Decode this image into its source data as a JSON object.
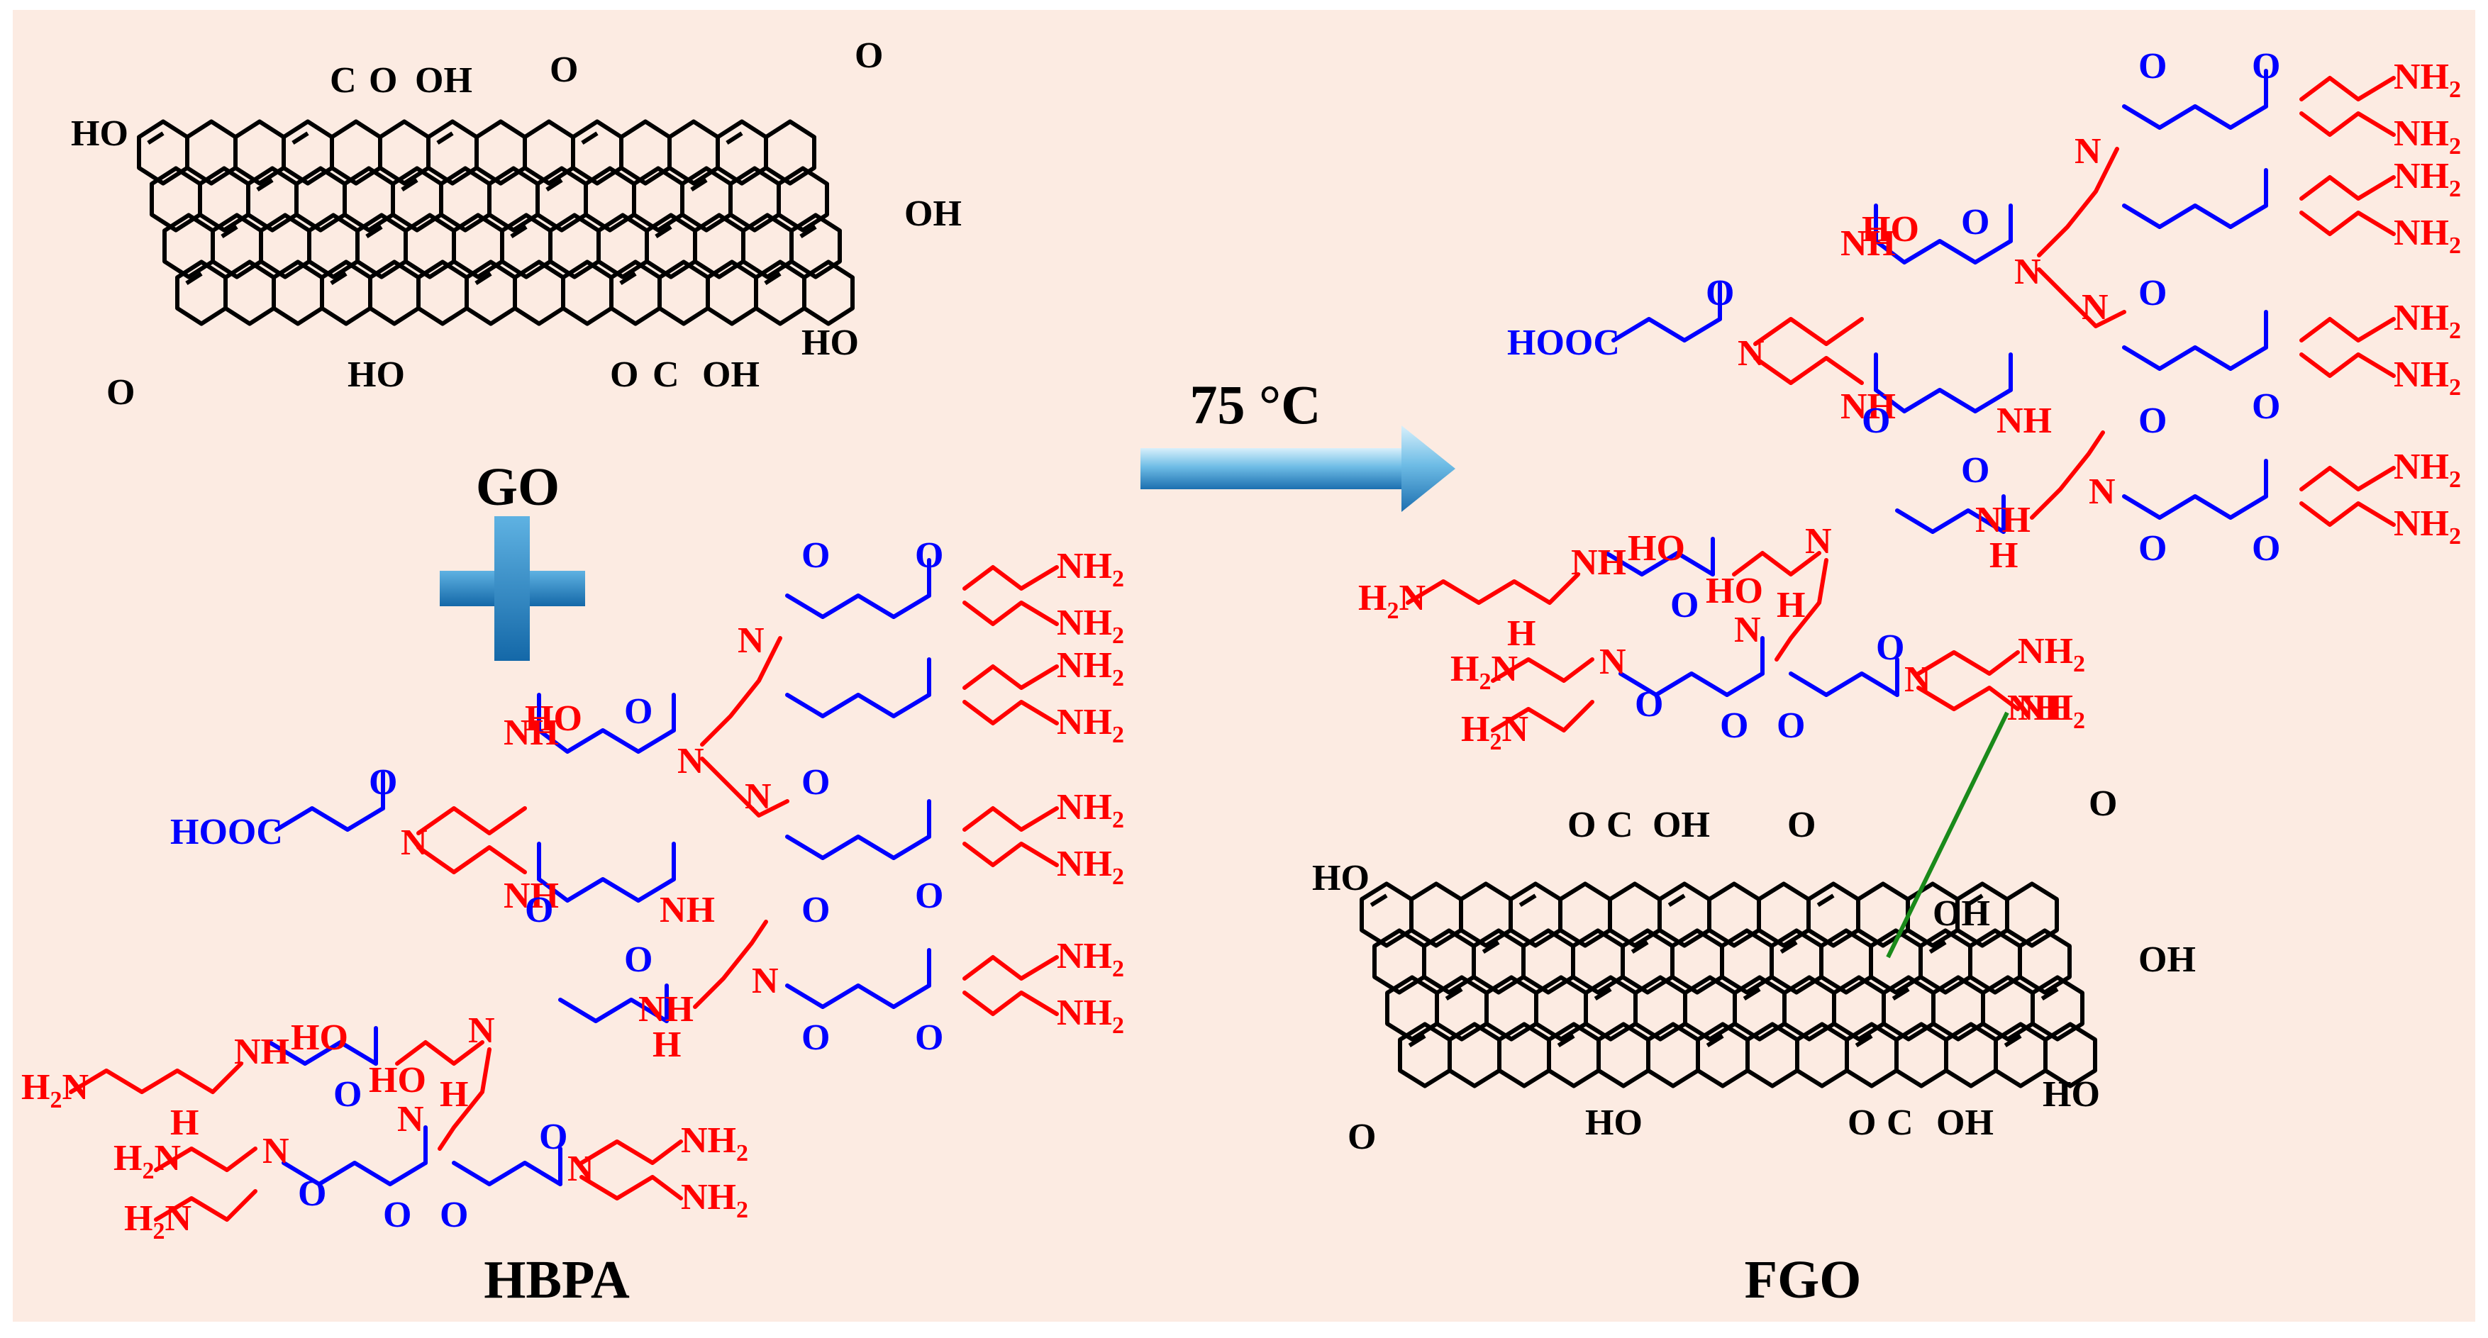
{
  "colors": {
    "background": "#fcebe2",
    "graphene": "#000000",
    "amine_branch": "#ff0000",
    "acid_branch": "#0000ff",
    "link": "#1a8a1a",
    "arrow_light": "#9fd6f2",
    "arrow_dark": "#1c7fc0"
  },
  "labels": {
    "go": "GO",
    "hbpa": "HBPA",
    "fgo": "FGO",
    "condition": "75 °C"
  },
  "go_groups": {
    "cooh_top": "C",
    "oh_suffix": "OH",
    "o": "O",
    "ho": "HO",
    "oh": "OH"
  },
  "hbpa_groups": {
    "hooc": "HOOC",
    "n": "N",
    "nh": "NH",
    "h": "H",
    "nh2": "NH",
    "sub2": "2",
    "h2n": "H",
    "o": "O",
    "ho": "HO"
  },
  "icons": {
    "plus": "plus-icon",
    "arrow": "right-arrow-icon"
  }
}
